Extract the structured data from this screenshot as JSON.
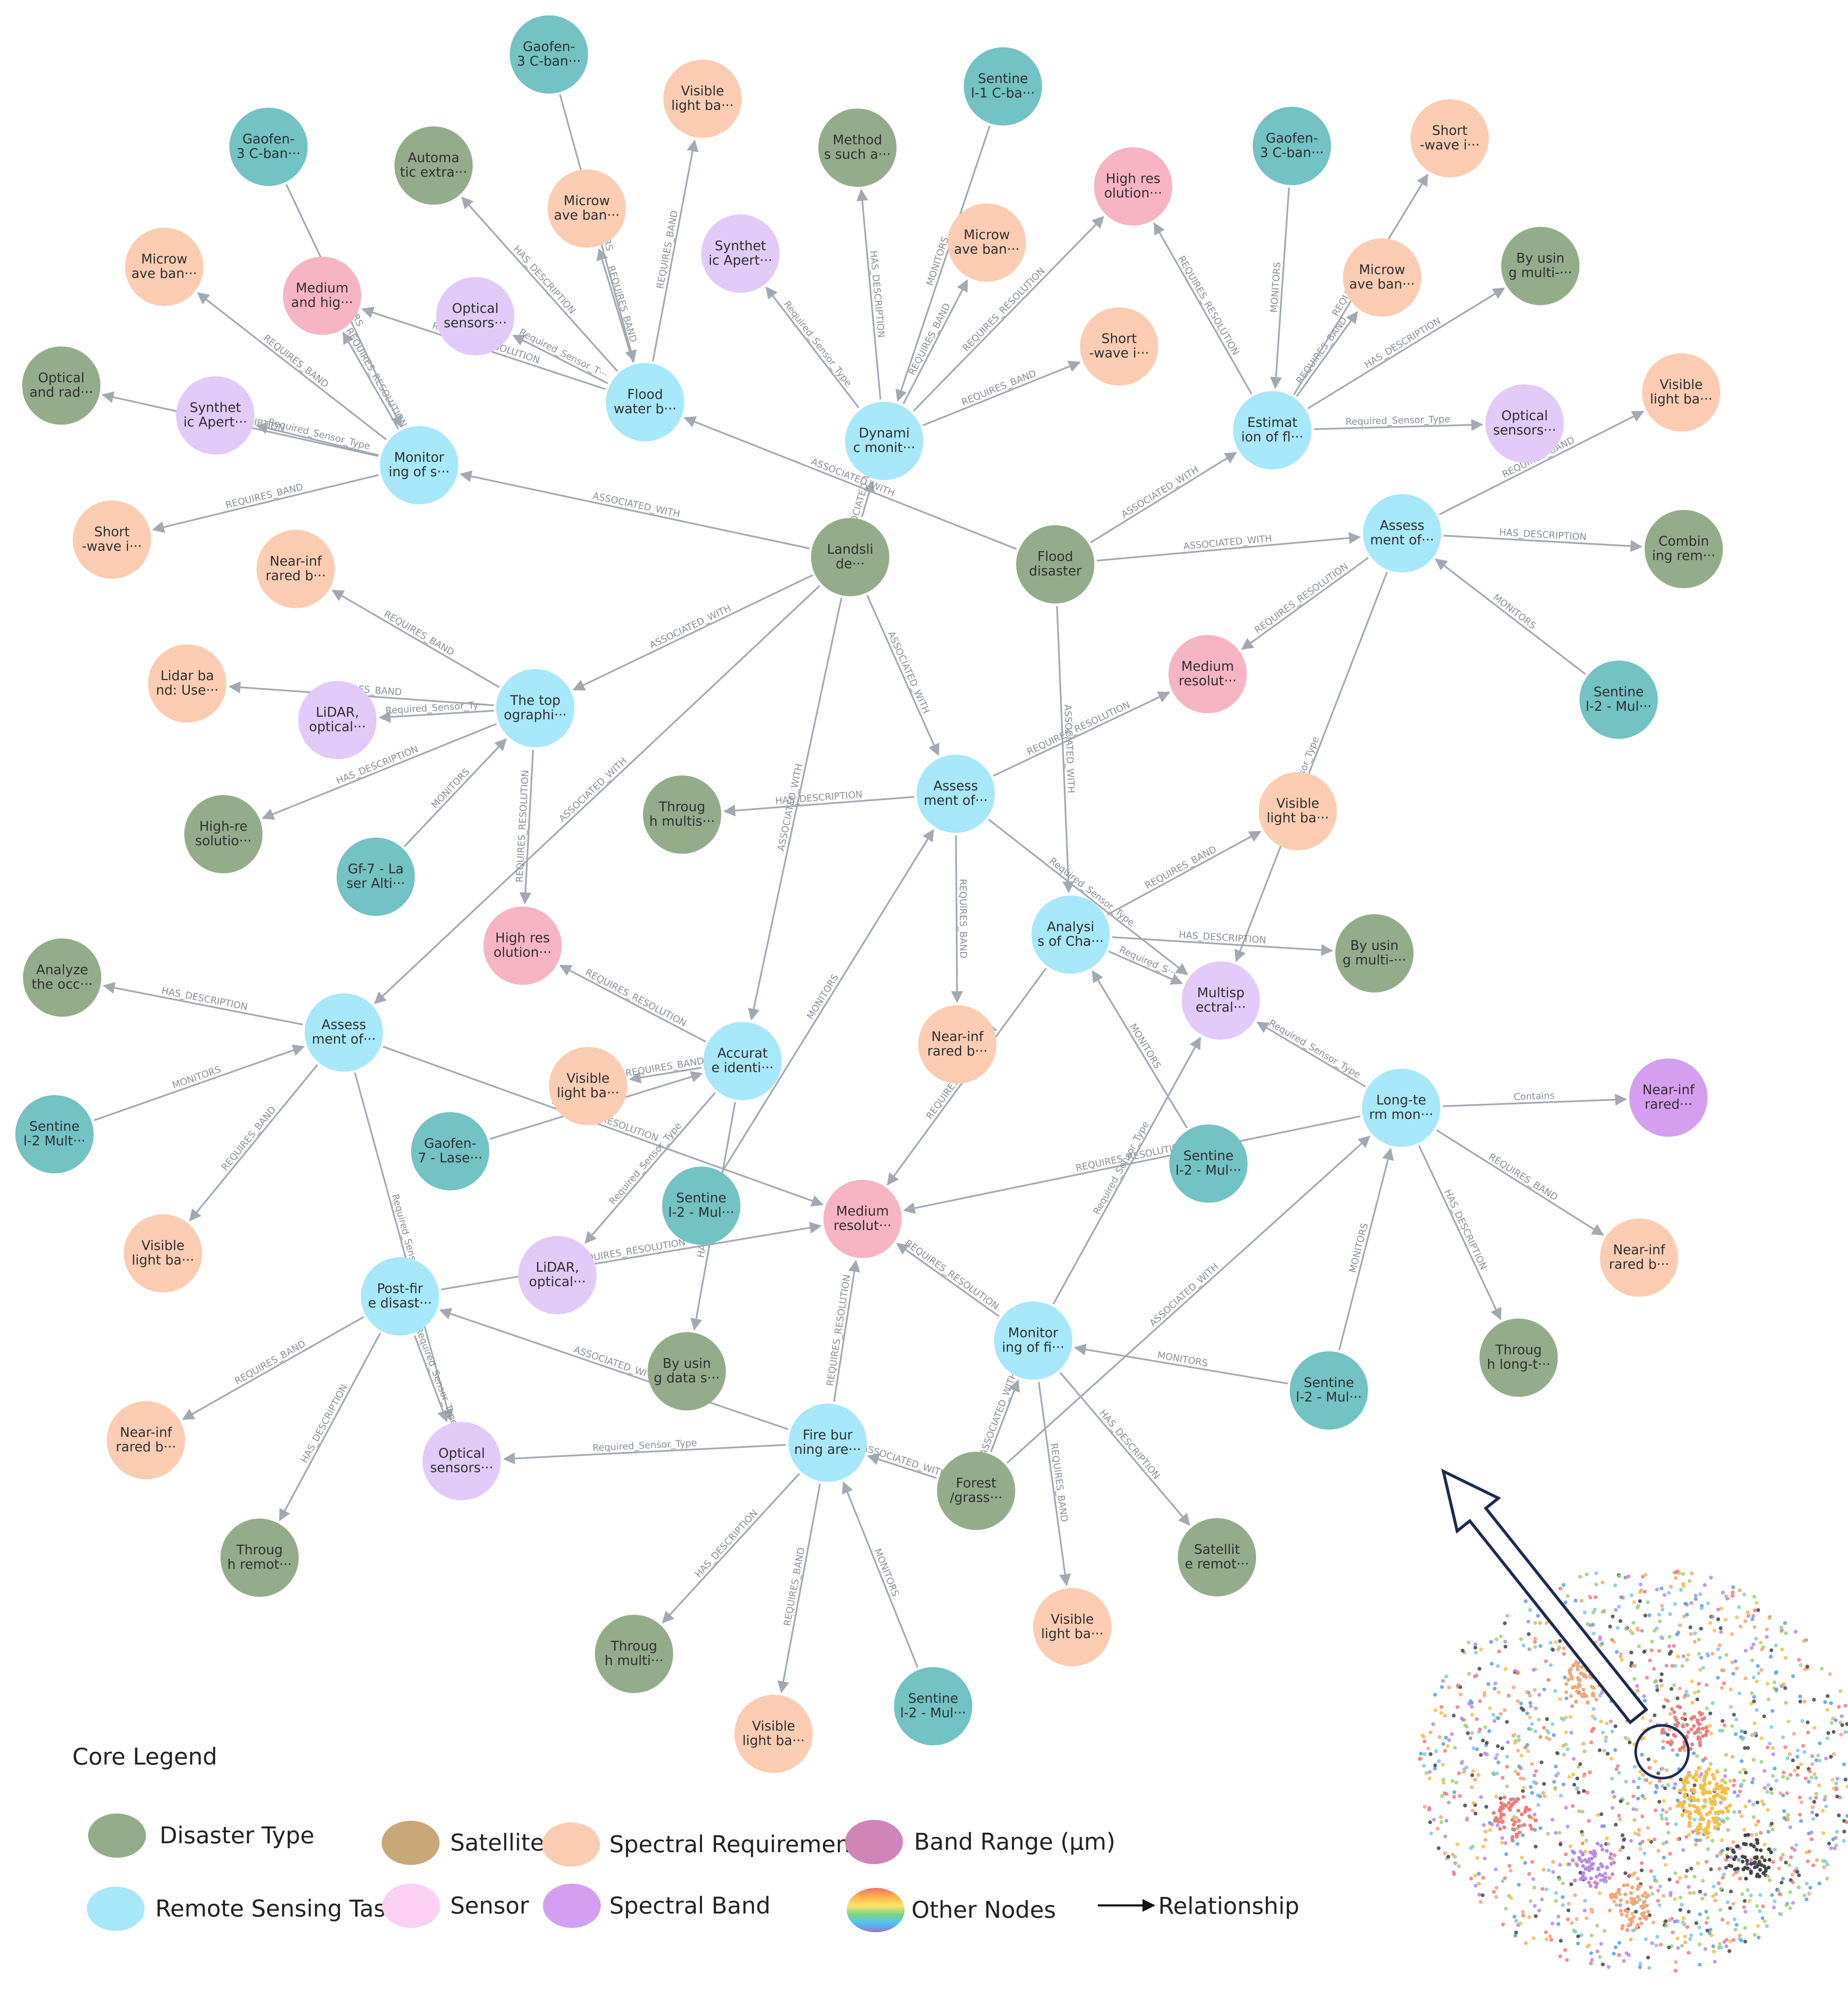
{
  "colors": {
    "disaster": "#93ad8a",
    "task": "#a7e8fa",
    "satellite": "#73c2c4",
    "spectral": "#fccdb2",
    "band": "#d59ff0",
    "sensor": "#e2caf9",
    "resolution": "#f7b5c4",
    "edge": "#a3a9b3",
    "legend_satellite": "#c8a878",
    "legend_band_range": "#cf85b8",
    "legend_sensor": "#fbd0f4"
  },
  "nodes": [
    {
      "id": "landslide",
      "label": "Landsli\nde···",
      "type": "disaster"
    },
    {
      "id": "flood",
      "label": "Flood\ndisaster",
      "type": "disaster"
    },
    {
      "id": "forest",
      "label": "Forest\n/grass···",
      "type": "disaster"
    },
    {
      "id": "t_floodwater",
      "label": "Flood\nwater b···",
      "type": "task"
    },
    {
      "id": "t_dynamic",
      "label": "Dynami\nc monit···",
      "type": "task"
    },
    {
      "id": "t_estimation",
      "label": "Estimat\nion of fl···",
      "type": "task"
    },
    {
      "id": "t_assess_flood",
      "label": "Assess\nment of···",
      "type": "task"
    },
    {
      "id": "t_monitor_s",
      "label": "Monitor\ning of s···",
      "type": "task"
    },
    {
      "id": "t_topo",
      "label": "The top\nographi···",
      "type": "task"
    },
    {
      "id": "t_assess_center",
      "label": "Assess\nment of···",
      "type": "task"
    },
    {
      "id": "t_analysis",
      "label": "Analysi\ns of Cha···",
      "type": "task"
    },
    {
      "id": "t_assess_left",
      "label": "Assess\nment of···",
      "type": "task"
    },
    {
      "id": "t_accurate",
      "label": "Accurat\ne identi···",
      "type": "task"
    },
    {
      "id": "t_longterm",
      "label": "Long-te\nrm mon···",
      "type": "task"
    },
    {
      "id": "t_postfire",
      "label": "Post-fir\ne disast···",
      "type": "task"
    },
    {
      "id": "t_monitor_fi",
      "label": "Monitor\ning of fi···",
      "type": "task"
    },
    {
      "id": "t_fireburn",
      "label": "Fire bur\nning are···",
      "type": "task"
    },
    {
      "id": "s_gaofen_top",
      "label": "Gaofen-\n3 C-ban···",
      "type": "satellite"
    },
    {
      "id": "s_gaofen_left",
      "label": "Gaofen-\n3 C-ban···",
      "type": "satellite"
    },
    {
      "id": "s_sentinel1",
      "label": "Sentine\nl-1 C-ba···",
      "type": "satellite"
    },
    {
      "id": "s_gaofen_right",
      "label": "Gaofen-\n3 C-ban···",
      "type": "satellite"
    },
    {
      "id": "s_sentinel_r",
      "label": "Sentine\nl-2 - Mul···",
      "type": "satellite"
    },
    {
      "id": "s_gf7",
      "label": "Gf-7 - La\nser Alti···",
      "type": "satellite"
    },
    {
      "id": "s_sentinel_l",
      "label": "Sentine\nl-2 Mult···",
      "type": "satellite"
    },
    {
      "id": "s_gaofen7",
      "label": "Gaofen-\n7 - Lase···",
      "type": "satellite"
    },
    {
      "id": "s_sentinel_c",
      "label": "Sentine\nl-2 - Mul···",
      "type": "satellite"
    },
    {
      "id": "s_sentinel_m",
      "label": "Sentine\nl-2 - Mul···",
      "type": "satellite"
    },
    {
      "id": "s_sentinel_br",
      "label": "Sentine\nl-2 - Mul···",
      "type": "satellite"
    },
    {
      "id": "s_sentinel_b",
      "label": "Sentine\nl-2 - Mul···",
      "type": "satellite"
    },
    {
      "id": "d_automatic",
      "label": "Automa\ntic extra···",
      "type": "disaster"
    },
    {
      "id": "d_methods",
      "label": "Method\ns such a···",
      "type": "disaster"
    },
    {
      "id": "d_optical_rad",
      "label": "Optical\nand rad···",
      "type": "disaster"
    },
    {
      "id": "d_byusing_r",
      "label": "By usin\ng multi-···",
      "type": "disaster"
    },
    {
      "id": "d_combining",
      "label": "Combin\ning rem···",
      "type": "disaster"
    },
    {
      "id": "d_through_c",
      "label": "Throug\nh multis···",
      "type": "disaster"
    },
    {
      "id": "d_highres_l",
      "label": "High-re\nsolutio···",
      "type": "disaster"
    },
    {
      "id": "d_byusing_m",
      "label": "By usin\ng multi-···",
      "type": "disaster"
    },
    {
      "id": "d_analyze",
      "label": "Analyze\nthe occ···",
      "type": "disaster"
    },
    {
      "id": "d_through_long",
      "label": "Throug\nh long-t···",
      "type": "disaster"
    },
    {
      "id": "d_byusing_data",
      "label": "By usin\ng data s···",
      "type": "disaster"
    },
    {
      "id": "d_through_remot",
      "label": "Throug\nh remot···",
      "type": "disaster"
    },
    {
      "id": "d_satellite_remot",
      "label": "Satellit\ne remot···",
      "type": "disaster"
    },
    {
      "id": "d_through_multi",
      "label": "Throug\nh multi···",
      "type": "disaster"
    },
    {
      "id": "p_visible_top",
      "label": "Visible\nlight ba···",
      "type": "spectral"
    },
    {
      "id": "p_microwave_t",
      "label": "Microw\nave ban···",
      "type": "spectral"
    },
    {
      "id": "p_microwave_l",
      "label": "Microw\nave ban···",
      "type": "spectral"
    },
    {
      "id": "p_microwave_c",
      "label": "Microw\nave ban···",
      "type": "spectral"
    },
    {
      "id": "p_short_tr",
      "label": "Short\n-wave i···",
      "type": "spectral"
    },
    {
      "id": "p_microwave_r",
      "label": "Microw\nave ban···",
      "type": "spectral"
    },
    {
      "id": "p_short_c",
      "label": "Short\n-wave i···",
      "type": "spectral"
    },
    {
      "id": "p_visible_r",
      "label": "Visible\nlight ba···",
      "type": "spectral"
    },
    {
      "id": "p_short_l",
      "label": "Short\n-wave i···",
      "type": "spectral"
    },
    {
      "id": "p_nir_l",
      "label": "Near-inf\nrared b···",
      "type": "spectral"
    },
    {
      "id": "p_lidar_band",
      "label": "Lidar ba\nnd: Use···",
      "type": "spectral"
    },
    {
      "id": "p_visible_c",
      "label": "Visible\nlight ba···",
      "type": "spectral"
    },
    {
      "id": "p_nir_c",
      "label": "Near-inf\nrared b···",
      "type": "spectral"
    },
    {
      "id": "p_visible_ll",
      "label": "Visible\nlight ba···",
      "type": "spectral"
    },
    {
      "id": "p_visible_acc",
      "label": "Visible\nlight ba···",
      "type": "spectral"
    },
    {
      "id": "p_nir_r",
      "label": "Near-inf\nrared b···",
      "type": "spectral"
    },
    {
      "id": "p_nir_bl",
      "label": "Near-inf\nrared b···",
      "type": "spectral"
    },
    {
      "id": "p_visible_b",
      "label": "Visible\nlight ba···",
      "type": "spectral"
    },
    {
      "id": "p_visible_bb",
      "label": "Visible\nlight ba···",
      "type": "spectral"
    },
    {
      "id": "r_medium_high",
      "label": "Medium\nand hig···",
      "type": "resolution"
    },
    {
      "id": "r_high_top",
      "label": "High res\nolution···",
      "type": "resolution"
    },
    {
      "id": "r_medium_r",
      "label": "Medium\nresolut···",
      "type": "resolution"
    },
    {
      "id": "r_high_l",
      "label": "High res\nolution···",
      "type": "resolution"
    },
    {
      "id": "r_medium_c",
      "label": "Medium\nresolut···",
      "type": "resolution"
    },
    {
      "id": "n_optical_t",
      "label": "Optical\nsensors···",
      "type": "sensor"
    },
    {
      "id": "n_sar_t",
      "label": "Synthet\nic Apert···",
      "type": "sensor"
    },
    {
      "id": "n_sar_l",
      "label": "Synthet\nic Apert···",
      "type": "sensor"
    },
    {
      "id": "n_optical_r",
      "label": "Optical\nsensors···",
      "type": "sensor"
    },
    {
      "id": "n_lidar_l",
      "label": "LiDAR,\noptical···",
      "type": "sensor"
    },
    {
      "id": "n_multispectral",
      "label": "Multisp\nectral···",
      "type": "sensor"
    },
    {
      "id": "n_lidar_c",
      "label": "LiDAR,\noptical···",
      "type": "sensor"
    },
    {
      "id": "n_optical_b",
      "label": "Optical\nsensors···",
      "type": "sensor"
    },
    {
      "id": "b_nir",
      "label": "Near-inf\nrared···",
      "type": "band"
    }
  ],
  "edges": [
    {
      "from": "landslide",
      "to": "t_monitor_s",
      "label": "ASSOCIATED_WITH"
    },
    {
      "from": "landslide",
      "to": "t_topo",
      "label": "ASSOCIATED_WITH"
    },
    {
      "from": "landslide",
      "to": "t_assess_center",
      "label": "ASSOCIATED_WITH"
    },
    {
      "from": "landslide",
      "to": "t_assess_left",
      "label": "ASSOCIATED_WITH"
    },
    {
      "from": "landslide",
      "to": "t_accurate",
      "label": "ASSOCIATED_WITH"
    },
    {
      "from": "landslide",
      "to": "t_dynamic",
      "label": "ASSOCIATED_WITH"
    },
    {
      "from": "flood",
      "to": "t_floodwater",
      "label": "ASSOCIATED_WITH"
    },
    {
      "from": "flood",
      "to": "t_estimation",
      "label": "ASSOCIATED_WITH"
    },
    {
      "from": "flood",
      "to": "t_assess_flood",
      "label": "ASSOCIATED_WITH"
    },
    {
      "from": "flood",
      "to": "t_analysis",
      "label": "ASSOCIATED_WITH"
    },
    {
      "from": "forest",
      "to": "t_fireburn",
      "label": "ASSOCIATED_WITH"
    },
    {
      "from": "forest",
      "to": "t_monitor_fi",
      "label": "ASSOCIATED_WITH"
    },
    {
      "from": "forest",
      "to": "t_longterm",
      "label": "ASSOCIATED_WITH"
    },
    {
      "from": "t_fireburn",
      "to": "t_postfire",
      "label": "ASSOCIATED_WITH"
    },
    {
      "from": "t_floodwater",
      "to": "p_visible_top",
      "label": "REQUIRES_BAND"
    },
    {
      "from": "t_floodwater",
      "to": "p_microwave_t",
      "label": "REQUIRES_BAND"
    },
    {
      "from": "s_gaofen_top",
      "to": "t_floodwater",
      "label": "MONITORS"
    },
    {
      "from": "t_floodwater",
      "to": "d_automatic",
      "label": "HAS_DESCRIPTION"
    },
    {
      "from": "t_floodwater",
      "to": "n_optical_t",
      "label": "Required_Sensor_T···"
    },
    {
      "from": "t_floodwater",
      "to": "r_medium_high",
      "label": "REQUIRES_RESOLUTION"
    },
    {
      "from": "t_dynamic",
      "to": "d_methods",
      "label": "HAS_DESCRIPTION"
    },
    {
      "from": "s_sentinel1",
      "to": "t_dynamic",
      "label": "MONITORS"
    },
    {
      "from": "t_dynamic",
      "to": "p_microwave_c",
      "label": "REQUIRES_BAND"
    },
    {
      "from": "t_dynamic",
      "to": "r_high_top",
      "label": "REQUIRES_RESOLUTION"
    },
    {
      "from": "t_dynamic",
      "to": "p_short_c",
      "label": "REQUIRES_BAND"
    },
    {
      "from": "t_dynamic",
      "to": "n_sar_t",
      "label": "Required_Sensor_Type"
    },
    {
      "from": "t_estimation",
      "to": "r_high_top",
      "label": "REQUIRES_RESOLUTION"
    },
    {
      "from": "s_gaofen_right",
      "to": "t_estimation",
      "label": "MONITORS"
    },
    {
      "from": "t_estimation",
      "to": "p_microwave_r",
      "label": "REQUIRES_BAND"
    },
    {
      "from": "t_estimation",
      "to": "p_short_tr",
      "label": "REQUIRES_BAND"
    },
    {
      "from": "t_estimation",
      "to": "d_byusing_r",
      "label": "HAS_DESCRIPTION"
    },
    {
      "from": "t_estimation",
      "to": "n_optical_r",
      "label": "Required_Sensor_Type"
    },
    {
      "from": "t_assess_flood",
      "to": "p_visible_r",
      "label": "REQUIRES_BAND"
    },
    {
      "from": "t_assess_flood",
      "to": "d_combining",
      "label": "HAS_DESCRIPTION"
    },
    {
      "from": "s_sentinel_r",
      "to": "t_assess_flood",
      "label": "MONITORS"
    },
    {
      "from": "t_assess_flood",
      "to": "r_medium_r",
      "label": "REQUIRES_RESOLUTION"
    },
    {
      "from": "t_assess_flood",
      "to": "n_multispectral",
      "label": "Sensor_Type"
    },
    {
      "from": "t_monitor_s",
      "to": "p_microwave_l",
      "label": "REQUIRES_BAND"
    },
    {
      "from": "t_monitor_s",
      "to": "r_medium_high",
      "label": "REQUIRES_RESOLUTION"
    },
    {
      "from": "t_monitor_s",
      "to": "d_optical_rad",
      "label": "HAS_DESCRIPTION"
    },
    {
      "from": "t_monitor_s",
      "to": "n_sar_l",
      "label": "Required_Sensor_Type"
    },
    {
      "from": "t_monitor_s",
      "to": "p_short_l",
      "label": "REQUIRES_BAND"
    },
    {
      "from": "s_gaofen_left",
      "to": "t_monitor_s",
      "label": "MONITORS"
    },
    {
      "from": "t_topo",
      "to": "p_nir_l",
      "label": "REQUIRES_BAND"
    },
    {
      "from": "t_topo",
      "to": "p_lidar_band",
      "label": "REQUIRES_BAND"
    },
    {
      "from": "t_topo",
      "to": "n_lidar_l",
      "label": "Required_Sensor_Ty···"
    },
    {
      "from": "t_topo",
      "to": "d_highres_l",
      "label": "HAS_DESCRIPTION"
    },
    {
      "from": "s_gf7",
      "to": "t_topo",
      "label": "MONITORS"
    },
    {
      "from": "t_topo",
      "to": "r_high_l",
      "label": "REQUIRES_RESOLUTION"
    },
    {
      "from": "t_assess_center",
      "to": "d_through_c",
      "label": "HAS_DESCRIPTION"
    },
    {
      "from": "t_assess_center",
      "to": "r_medium_r",
      "label": "REQUIRES_RESOLUTION"
    },
    {
      "from": "t_assess_center",
      "to": "p_nir_c",
      "label": "REQUIRES_BAND"
    },
    {
      "from": "t_assess_center",
      "to": "n_multispectral",
      "label": "Required_Sensor_Type"
    },
    {
      "from": "s_sentinel_c",
      "to": "t_assess_center",
      "label": "MONITORS"
    },
    {
      "from": "t_analysis",
      "to": "p_visible_c",
      "label": "REQUIRES_BAND"
    },
    {
      "from": "t_analysis",
      "to": "d_byusing_m",
      "label": "HAS_DESCRIPTION"
    },
    {
      "from": "t_analysis",
      "to": "n_multispectral",
      "label": "Required_S···"
    },
    {
      "from": "s_sentinel_m",
      "to": "t_analysis",
      "label": "MONITORS"
    },
    {
      "from": "t_analysis",
      "to": "r_medium_c",
      "label": "REQUIRES_RESOLUTION"
    },
    {
      "from": "t_assess_left",
      "to": "d_analyze",
      "label": "HAS_DESCRIPTION"
    },
    {
      "from": "s_sentinel_l",
      "to": "t_assess_left",
      "label": "MONITORS"
    },
    {
      "from": "t_assess_left",
      "to": "p_visible_ll",
      "label": "REQUIRES_BAND"
    },
    {
      "from": "t_assess_left",
      "to": "n_optical_b",
      "label": "Required_Sensor_Type"
    },
    {
      "from": "t_assess_left",
      "to": "r_medium_c",
      "label": "REQUIRES_RESOLUTION"
    },
    {
      "from": "t_accurate",
      "to": "r_high_l",
      "label": "REQUIRES_RESOLUTION"
    },
    {
      "from": "t_accurate",
      "to": "p_visible_acc",
      "label": "REQUIRES_BAND"
    },
    {
      "from": "s_gaofen7",
      "to": "t_accurate",
      "label": "MONITORS"
    },
    {
      "from": "t_accurate",
      "to": "n_lidar_c",
      "label": "Required_Sensor_Type"
    },
    {
      "from": "t_accurate",
      "to": "d_byusing_data",
      "label": "HAS_DESCRIPTION"
    },
    {
      "from": "t_longterm",
      "to": "b_nir",
      "label": "Contains"
    },
    {
      "from": "t_longterm",
      "to": "p_nir_r",
      "label": "REQUIRES_BAND"
    },
    {
      "from": "t_longterm",
      "to": "d_through_long",
      "label": "HAS_DESCRIPTION"
    },
    {
      "from": "s_sentinel_br",
      "to": "t_longterm",
      "label": "MONITORS"
    },
    {
      "from": "t_longterm",
      "to": "n_multispectral",
      "label": "Required_Sensor_Type"
    },
    {
      "from": "t_longterm",
      "to": "r_medium_c",
      "label": "REQUIRES_RESOLUTION"
    },
    {
      "from": "t_postfire",
      "to": "p_nir_bl",
      "label": "REQUIRES_BAND"
    },
    {
      "from": "t_postfire",
      "to": "d_through_remot",
      "label": "HAS_DESCRIPTION"
    },
    {
      "from": "t_postfire",
      "to": "n_optical_b",
      "label": "Required_Sensor_Type"
    },
    {
      "from": "t_postfire",
      "to": "r_medium_c",
      "label": "REQUIRES_RESOLUTION"
    },
    {
      "from": "t_monitor_fi",
      "to": "r_medium_c",
      "label": "REQUIRES_RESOLUTION"
    },
    {
      "from": "s_sentinel_br",
      "to": "t_monitor_fi",
      "label": "MONITORS"
    },
    {
      "from": "t_monitor_fi",
      "to": "d_satellite_remot",
      "label": "HAS_DESCRIPTION"
    },
    {
      "from": "t_monitor_fi",
      "to": "p_visible_b",
      "label": "REQUIRES_BAND"
    },
    {
      "from": "t_monitor_fi",
      "to": "n_multispectral",
      "label": "Required_Sensor_Type"
    },
    {
      "from": "t_fireburn",
      "to": "r_medium_c",
      "label": "REQUIRES_RESOLUTION"
    },
    {
      "from": "t_fireburn",
      "to": "d_through_multi",
      "label": "HAS_DESCRIPTION"
    },
    {
      "from": "t_fireburn",
      "to": "p_visible_bb",
      "label": "REQUIRES_BAND"
    },
    {
      "from": "s_sentinel_b",
      "to": "t_fireburn",
      "label": "MONITORS"
    },
    {
      "from": "t_fireburn",
      "to": "n_optical_b",
      "label": "Required_Sensor_Type"
    }
  ],
  "legend": {
    "title": "Core Legend",
    "items": [
      {
        "label": "Disaster Type",
        "color_key": "disaster"
      },
      {
        "label": "Satellite",
        "color_key": "legend_satellite"
      },
      {
        "label": "Spectral Requirement",
        "color_key": "spectral"
      },
      {
        "label": "Band Range (μm)",
        "color_key": "legend_band_range"
      },
      {
        "label": "Remote Sensing Task",
        "color_key": "task"
      },
      {
        "label": "Sensor",
        "color_key": "legend_sensor"
      },
      {
        "label": "Spectral Band",
        "color_key": "band"
      },
      {
        "label": "Other Nodes",
        "color_key": "rainbow"
      },
      {
        "label": "Relationship",
        "color_key": "arrow"
      }
    ]
  },
  "overview": {
    "cluster_palette": [
      "#f4a67a",
      "#7ec8e3",
      "#f27a7a",
      "#f3c14b",
      "#9ed17b",
      "#b98ae0",
      "#5aa0d8",
      "#444444"
    ]
  }
}
